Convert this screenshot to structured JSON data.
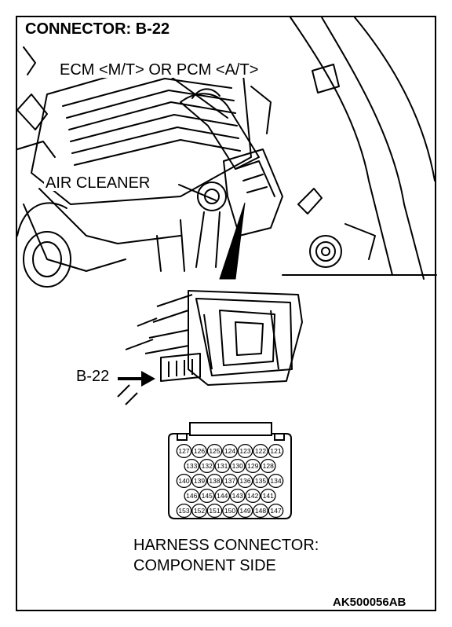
{
  "title": "CONNECTOR: B-22",
  "labels": {
    "ecm": "ECM <M/T> OR PCM <A/T>",
    "air_cleaner": "AIR CLEANER",
    "connector_callout": "B-22",
    "harness_line1": "HARNESS CONNECTOR:",
    "harness_line2": "COMPONENT SIDE",
    "figure_code": "AK500056AB"
  },
  "connector_pins": {
    "rows": [
      [
        "127",
        "126",
        "125",
        "124",
        "123",
        "122",
        "121"
      ],
      [
        "133",
        "132",
        "131",
        "130",
        "129",
        "128"
      ],
      [
        "140",
        "139",
        "138",
        "137",
        "136",
        "135",
        "134"
      ],
      [
        "146",
        "145",
        "144",
        "143",
        "142",
        "141"
      ],
      [
        "153",
        "152",
        "151",
        "150",
        "149",
        "148",
        "147"
      ]
    ]
  }
}
